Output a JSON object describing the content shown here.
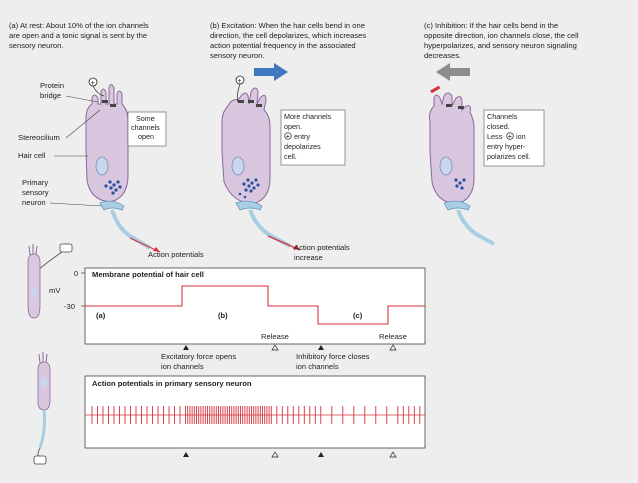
{
  "colors": {
    "background": "#eeeeee",
    "panel": "#ffffff",
    "hair_cell": "#d9c7e0",
    "hair_cell_stroke": "#8a6a98",
    "nucleus": "#c9d7ee",
    "vesicles": "#2d4fa0",
    "neuron": "#a9cde3",
    "trace": "#d6323c",
    "arrow_blue": "#3f78bd",
    "arrow_gray": "#8c8c8c",
    "inhibit_mark": "#d6323c"
  },
  "panels": {
    "a": {
      "lines": [
        "(a) At rest: About 10% of the ion channels",
        "are open and a tonic signal is sent by the",
        "sensory neuron."
      ],
      "callout": [
        "Some",
        "channels",
        "open"
      ],
      "action": "Action potentials"
    },
    "b": {
      "lines": [
        "(b) Excitation: When the hair cells bend in one",
        "direction, the cell depolarizes, which increases",
        "action potential frequency in the associated",
        "sensory neuron."
      ],
      "callout": [
        "More channels",
        "open.",
        "entry",
        "depolarizes",
        "cell."
      ],
      "action": [
        "Action potentials",
        "increase"
      ]
    },
    "c": {
      "lines": [
        "(c) Inhibition: If the hair cells bend in the",
        "opposite direction, ion channels close, the cell",
        "hyperpolarizes, and sensory neuron signaling",
        "decreases."
      ],
      "callout": [
        "Channels",
        "closed.",
        "Less",
        "ion",
        "entry hyper-",
        "polarizes cell."
      ]
    }
  },
  "labels": {
    "protein_bridge": [
      "Protein",
      "bridge"
    ],
    "stereocilium": "Stereocilium",
    "hair_cell": "Hair cell",
    "primary_sensory_neuron": [
      "Primary",
      "sensory",
      "neuron"
    ],
    "plus": "+",
    "minus": "–"
  },
  "membrane": {
    "title": "Membrane potential of hair cell",
    "unit": "mV",
    "tick_zero": "0",
    "tick_minus30": "-30",
    "regions": [
      "(a)",
      "(b)",
      "(c)"
    ],
    "release": [
      "Release",
      "Release"
    ],
    "excitatory": [
      "Excitatory force opens",
      "ion channels"
    ],
    "inhibitory": [
      "Inhibitory force closes",
      "ion channels"
    ]
  },
  "action_potentials": {
    "title": "Action potentials in primary sensory neuron"
  }
}
